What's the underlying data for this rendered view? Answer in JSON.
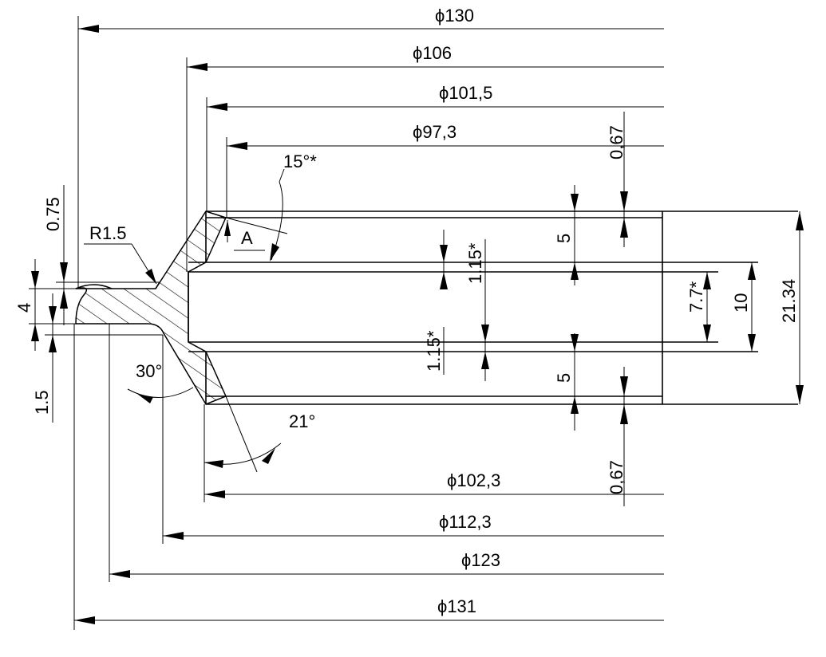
{
  "diameters": {
    "d130": "ϕ130",
    "d106": "ϕ106",
    "d101_5": "ϕ101,5",
    "d97_3": "ϕ97,3",
    "d102_3": "ϕ102,3",
    "d112_3": "ϕ112,3",
    "d123": "ϕ123",
    "d131": "ϕ131"
  },
  "thickness": {
    "top": "0,67",
    "bottom": "0,67"
  },
  "vertical_dims": {
    "v075": "0.75",
    "v4": "4",
    "v15": "1.5",
    "v5_top": "5",
    "v5_bottom": "5",
    "v115_top": "1.15*",
    "v115_bottom": "1.15*",
    "v77": "7.7*",
    "v10": "10",
    "v2134": "21.34"
  },
  "angles": {
    "a15": "15°*",
    "a30": "30°",
    "a21": "21°"
  },
  "radius": "R1.5",
  "view_label": "A"
}
